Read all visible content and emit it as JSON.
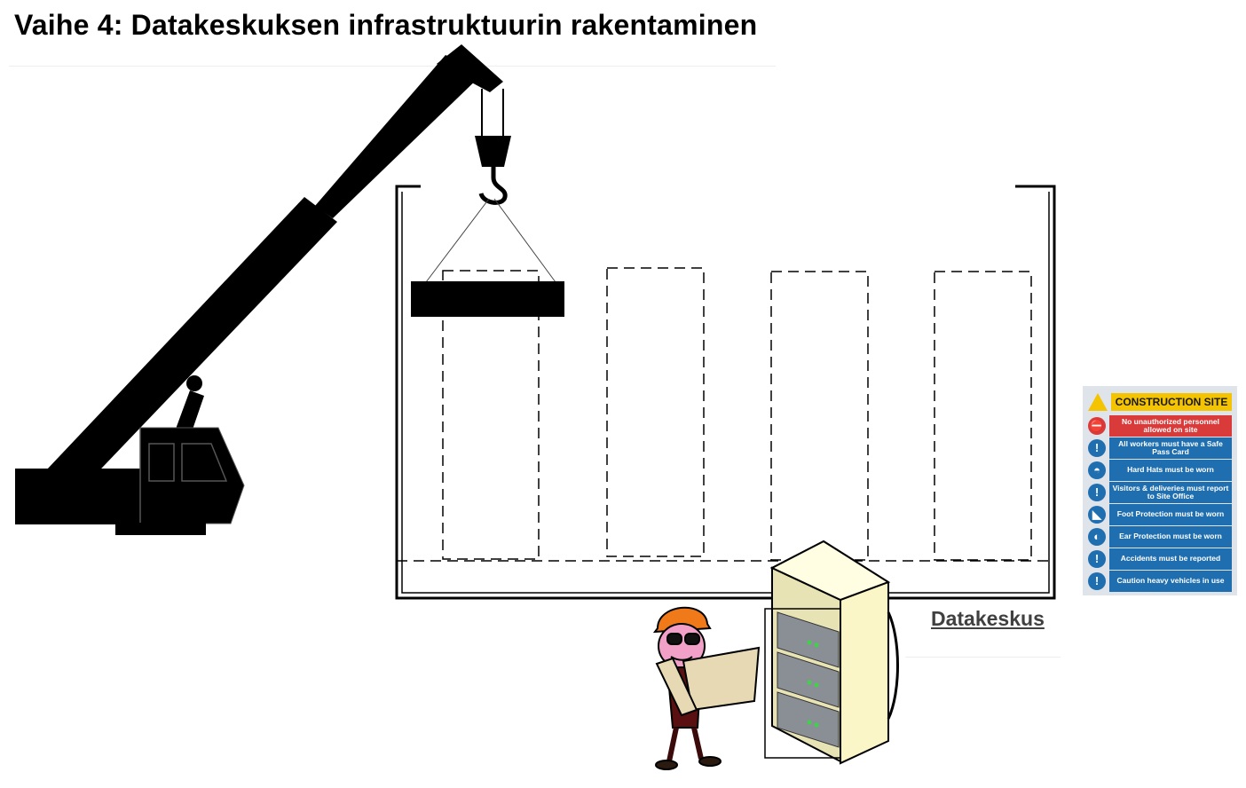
{
  "title": "Vaihe 4:  Datakeskuksen infrastruktuurin rakentaminen",
  "building_label": "Datakeskus",
  "sign": {
    "header": "CONSTRUCTION SITE",
    "rules": [
      {
        "text": "No unauthorized personnel allowed on site",
        "icon": "no-entry-icon",
        "color": "#d93a3a"
      },
      {
        "text": "All workers must have a Safe Pass Card",
        "icon": "exclamation-icon",
        "color": "#1f6fb0"
      },
      {
        "text": "Hard Hats must be worn",
        "icon": "hard-hat-icon",
        "color": "#1f6fb0"
      },
      {
        "text": "Visitors & deliveries must report to Site Office",
        "icon": "exclamation-icon",
        "color": "#1f6fb0"
      },
      {
        "text": "Foot Protection must be worn",
        "icon": "boot-icon",
        "color": "#1f6fb0"
      },
      {
        "text": "Ear Protection must be worn",
        "icon": "ear-protection-icon",
        "color": "#1f6fb0"
      },
      {
        "text": "Accidents must be reported",
        "icon": "exclamation-icon",
        "color": "#1f6fb0"
      },
      {
        "text": "Caution heavy vehicles in use",
        "icon": "exclamation-icon",
        "color": "#1f6fb0"
      }
    ]
  },
  "colors": {
    "crane": "#000000",
    "sign_yellow": "#f5c400",
    "sign_blue": "#1f6fb0",
    "sign_red": "#d93a3a",
    "rack": "#fbf6c8",
    "hard_hat": "#f07a1a",
    "skin": "#f2a0c8"
  }
}
